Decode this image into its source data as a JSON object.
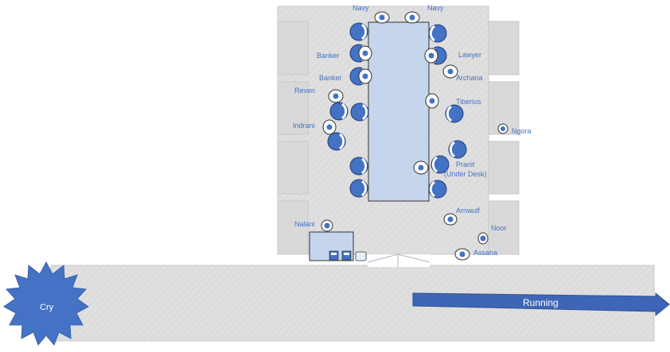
{
  "diagram": {
    "labels": {
      "navy_left": "Navy",
      "navy_right": "Navy",
      "banker_1": "Banker",
      "banker_2": "Banker",
      "lawyer": "Lawyer",
      "archana": "Archana",
      "reven": "Reven",
      "tiberius": "Tiberius",
      "indrani": "Indrani",
      "ngora": "Ngora",
      "pranit_1": "Pranit",
      "pranit_2": "(Under Desk)",
      "arnwulf": "Arnwulf",
      "nalani": "Nalani",
      "noor": "Noor",
      "assana": "Assana"
    },
    "cry_label": "Cry",
    "running_label": "Running",
    "colors": {
      "floor": "#d9d9d9",
      "table": "#c5d5ec",
      "chair": "#4472c4",
      "text": "#4472c4",
      "arrow": "#3f65b7"
    }
  }
}
